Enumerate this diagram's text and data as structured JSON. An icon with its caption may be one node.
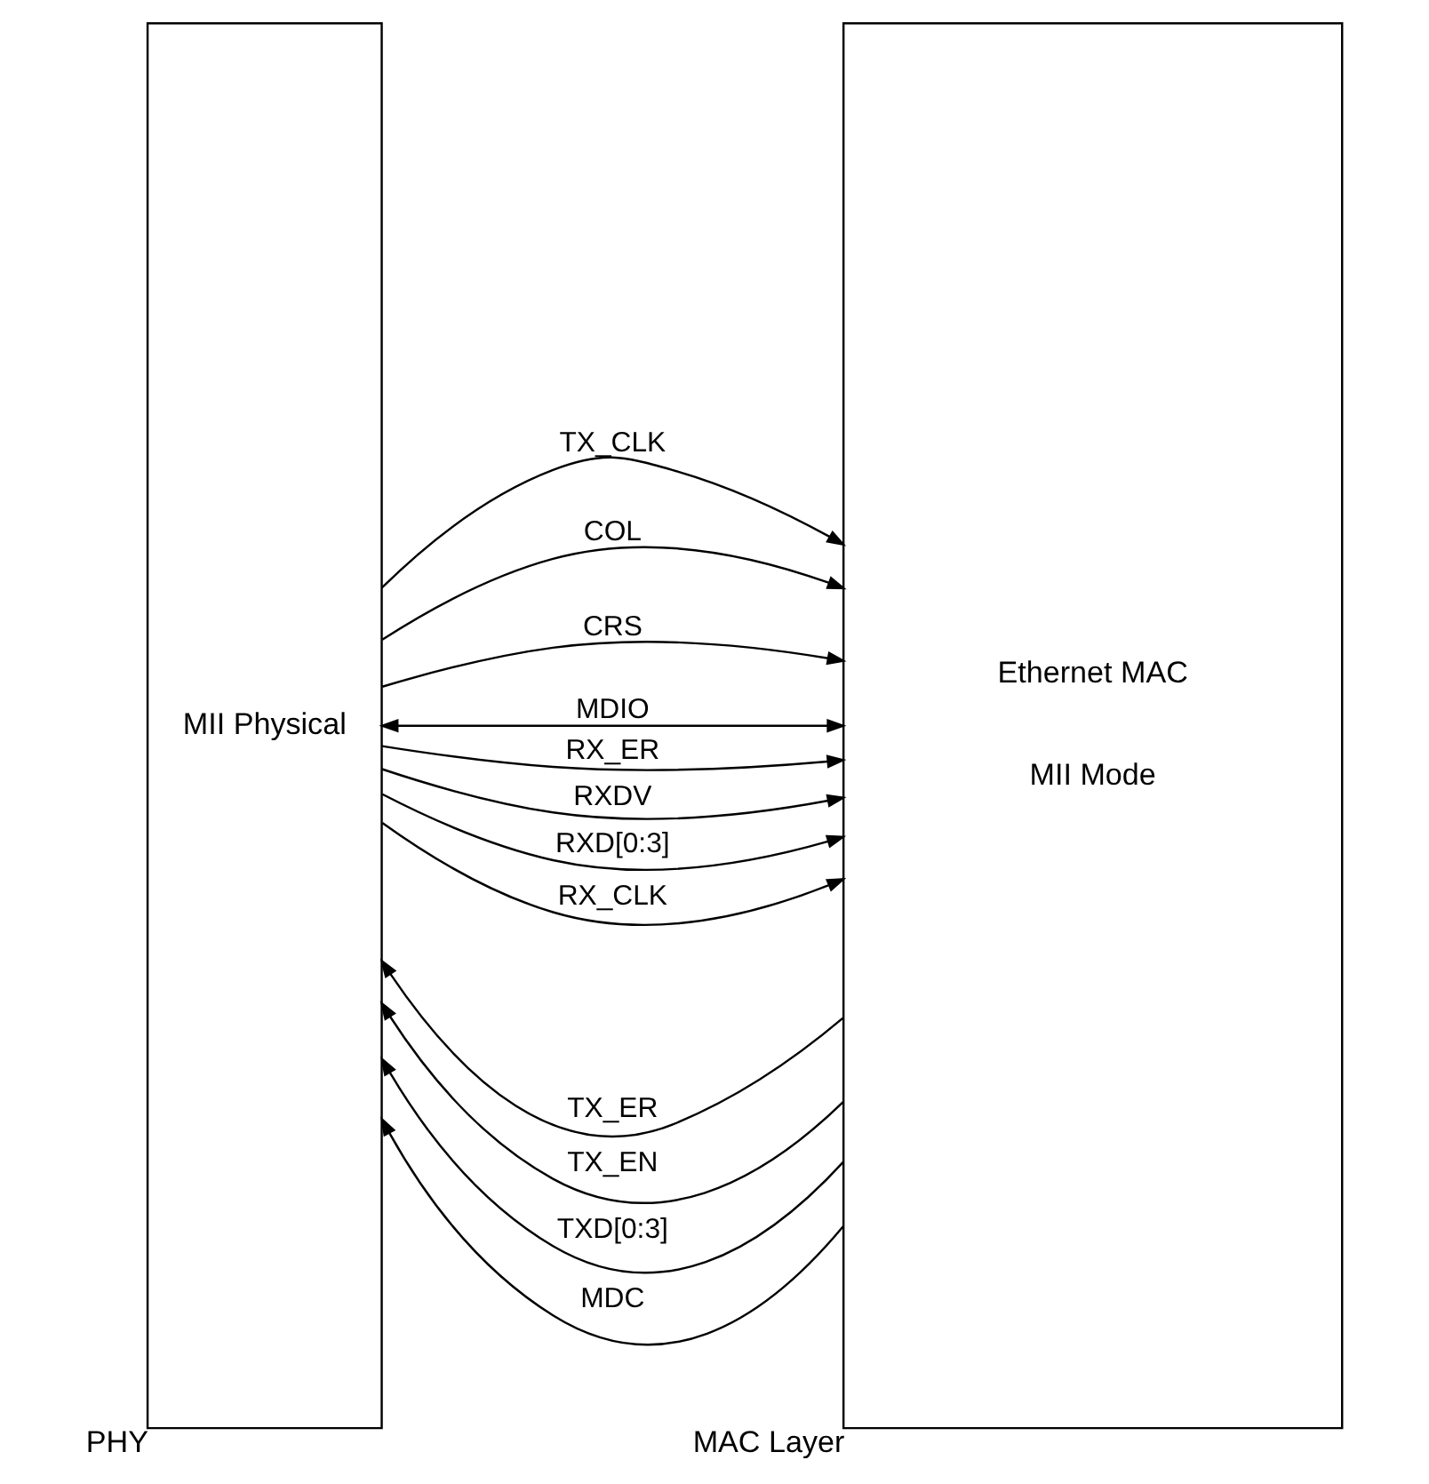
{
  "diagram": {
    "nodes": [
      {
        "text": [
          "MII Physical"
        ],
        "beside": [
          "PHY"
        ]
      },
      {
        "text": [
          "Ethernet MAC",
          "MII Mode"
        ],
        "beside": [
          "MAC Layer"
        ]
      }
    ],
    "edges": [
      {
        "from": 1,
        "to": 0,
        "arrow": "to",
        "label": "TX_ER"
      },
      {
        "from": 1,
        "to": 0,
        "arrow": "to",
        "label": "TX_EN"
      },
      {
        "from": 1,
        "to": 0,
        "arrow": "to",
        "label": "TXD[0:3]"
      },
      {
        "from": 0,
        "to": 1,
        "arrow": "to",
        "label": "TX_CLK"
      },
      {
        "from": 0,
        "to": 1,
        "arrow": "to",
        "label": "COL"
      },
      {
        "from": 0,
        "to": 1,
        "arrow": "to",
        "label": "CRS"
      },
      {
        "from": 0,
        "to": 1,
        "arrow": "both",
        "label": "MDIO"
      },
      {
        "from": 1,
        "to": 0,
        "arrow": "to",
        "label": "MDC"
      },
      {
        "from": 0,
        "to": 1,
        "arrow": "to",
        "label": "RX_ER"
      },
      {
        "from": 0,
        "to": 1,
        "arrow": "to",
        "label": "RXDV"
      },
      {
        "from": 0,
        "to": 1,
        "arrow": "to",
        "label": "RXD[0:3]"
      },
      {
        "from": 0,
        "to": 1,
        "arrow": "to",
        "label": "RX_CLK"
      }
    ]
  }
}
